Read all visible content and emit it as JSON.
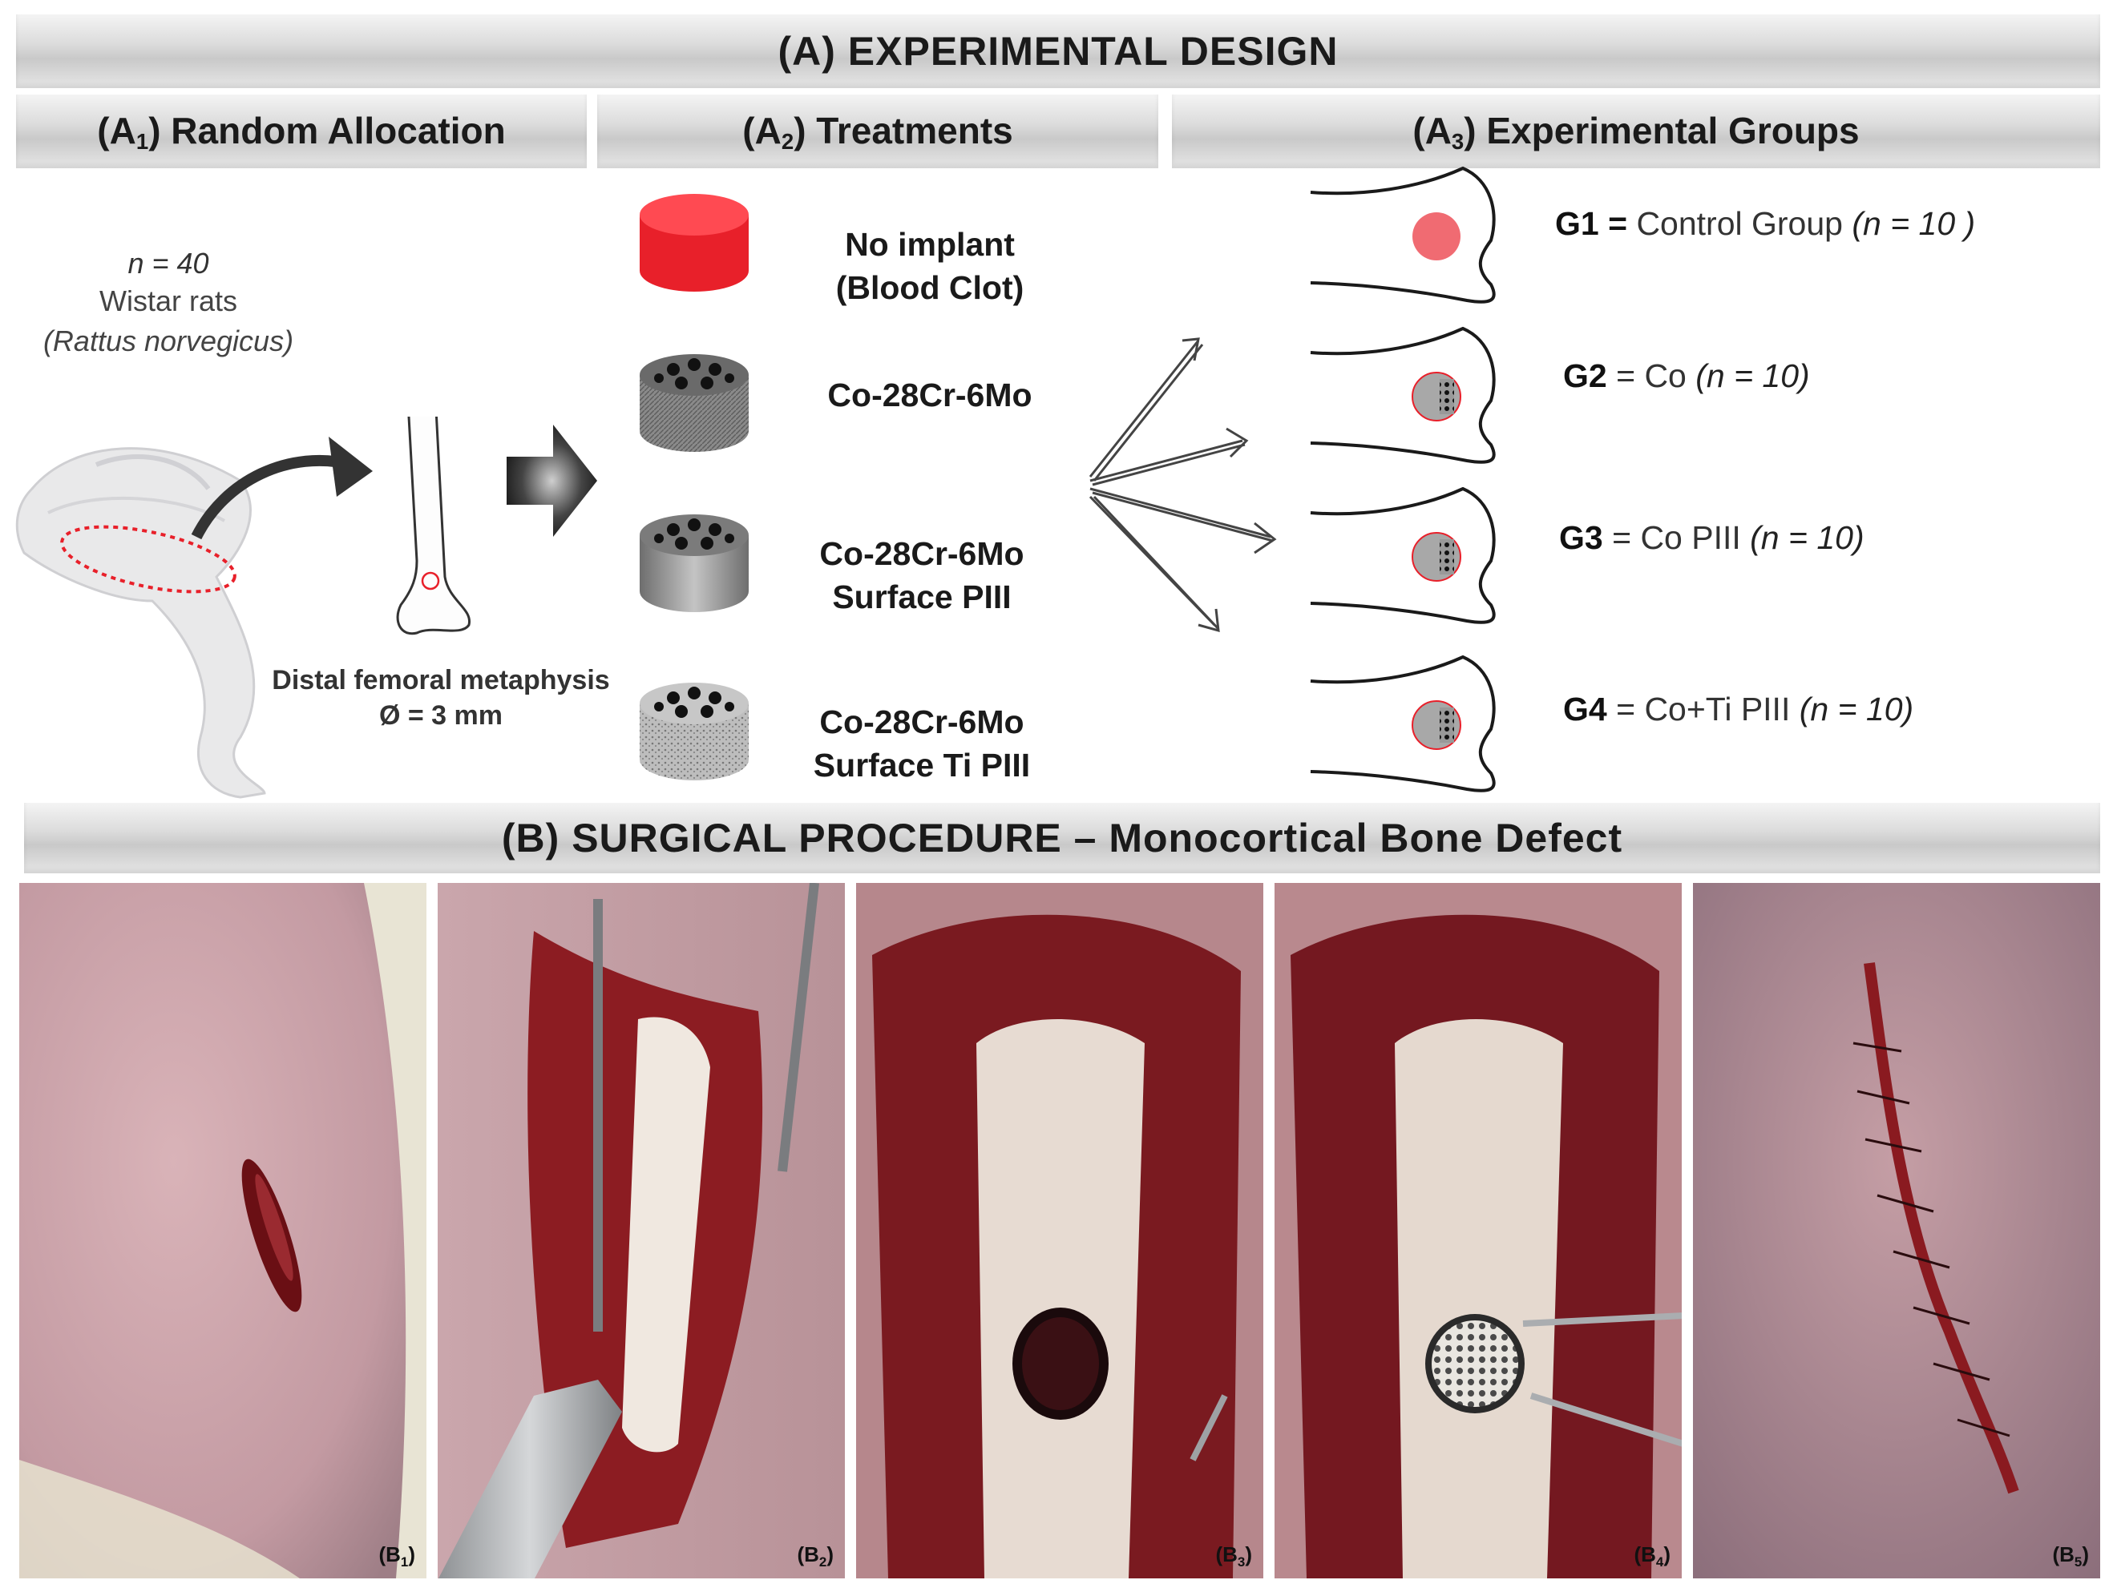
{
  "header": {
    "section_a": "(A) EXPERIMENTAL DESIGN",
    "section_b": "(B) SURGICAL PROCEDURE – Monocortical Bone Defect"
  },
  "columns": {
    "a1": {
      "prefix": "(A",
      "sub": "1",
      "suffix": ") Random Allocation"
    },
    "a2": {
      "prefix": "(A",
      "sub": "2",
      "suffix": ") Treatments"
    },
    "a3": {
      "prefix": "(A",
      "sub": "3",
      "suffix": ") Experimental Groups"
    }
  },
  "allocation": {
    "n": "n = 40",
    "species": "Wistar rats",
    "latin": "(Rattus norvegicus)",
    "site_line1": "Distal femoral metaphysis",
    "site_line2": "Ø = 3 mm"
  },
  "treatments": [
    {
      "line1": "No implant",
      "line2": "(Blood Clot)"
    },
    {
      "line1": "Co-28Cr-6Mo",
      "line2": ""
    },
    {
      "line1": "Co-28Cr-6Mo",
      "line2": "Surface PIII"
    },
    {
      "line1": "Co-28Cr-6Mo",
      "line2": "Surface Ti PIII"
    }
  ],
  "groups": [
    {
      "id": "G1",
      "eq": " = ",
      "name": "Control Group ",
      "n": "(n = 10 )"
    },
    {
      "id": "G2",
      "eq": " = ",
      "name": "Co ",
      "n": "(n = 10)"
    },
    {
      "id": "G3",
      "eq": " = ",
      "name": "Co PIII ",
      "n": "(n = 10)"
    },
    {
      "id": "G4",
      "eq": " = ",
      "name": "Co+Ti PIII ",
      "n": "(n = 10)"
    }
  ],
  "photos": [
    {
      "prefix": "(B",
      "sub": "1",
      "suffix": ")"
    },
    {
      "prefix": "(B",
      "sub": "2",
      "suffix": ")"
    },
    {
      "prefix": "(B",
      "sub": "3",
      "suffix": ")"
    },
    {
      "prefix": "(B",
      "sub": "4",
      "suffix": ")"
    },
    {
      "prefix": "(B",
      "sub": "5",
      "suffix": ")"
    }
  ],
  "colors": {
    "clot_red": "#e8202a",
    "group_circle": "#f06b72",
    "outline_dot": "#e8202a",
    "tissue": "#c98a8e"
  }
}
